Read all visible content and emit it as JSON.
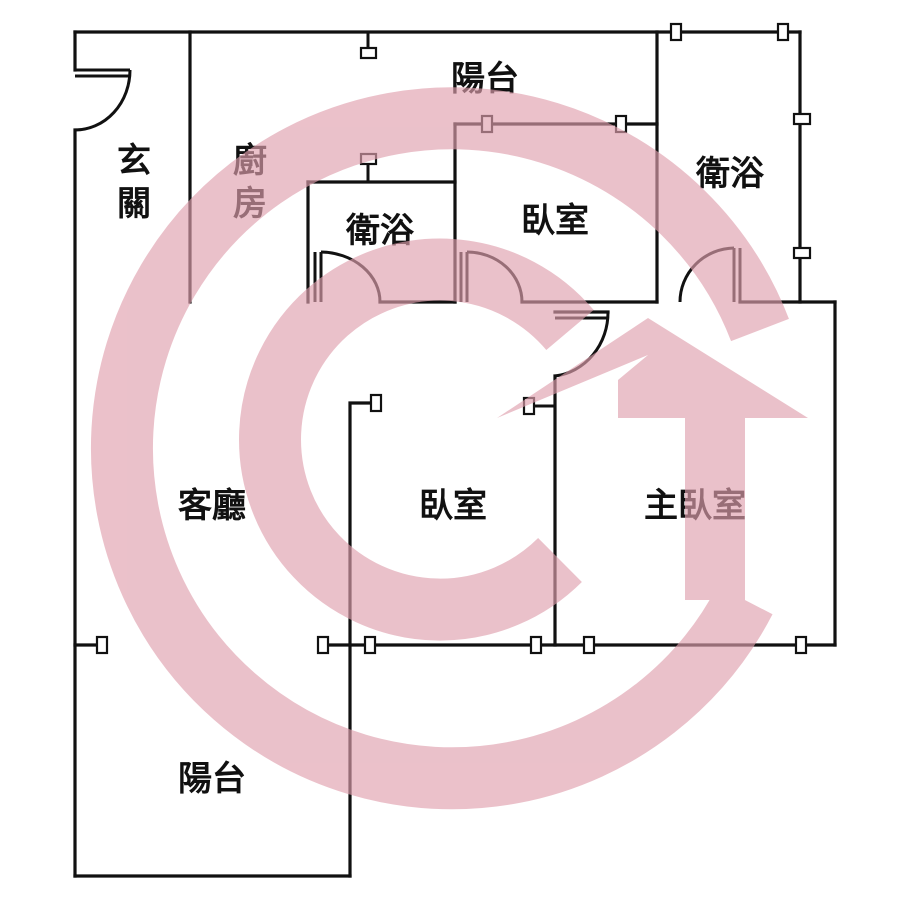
{
  "floorplan": {
    "rooms": {
      "foyer": [
        "玄",
        "關"
      ],
      "kitchen": [
        "廚",
        "房"
      ],
      "balcony_top": "陽台",
      "bath_middle": "衛浴",
      "bedroom_top": "臥室",
      "bath_right": "衛浴",
      "living_room": "客廳",
      "bedroom_center": "臥室",
      "master_bedroom": "主臥室",
      "balcony_bottom": "陽台"
    },
    "colors": {
      "wall": "#111111",
      "watermark": "#e8b3be"
    }
  },
  "watermark": {
    "icon": "circular-house-logo-watermark"
  }
}
